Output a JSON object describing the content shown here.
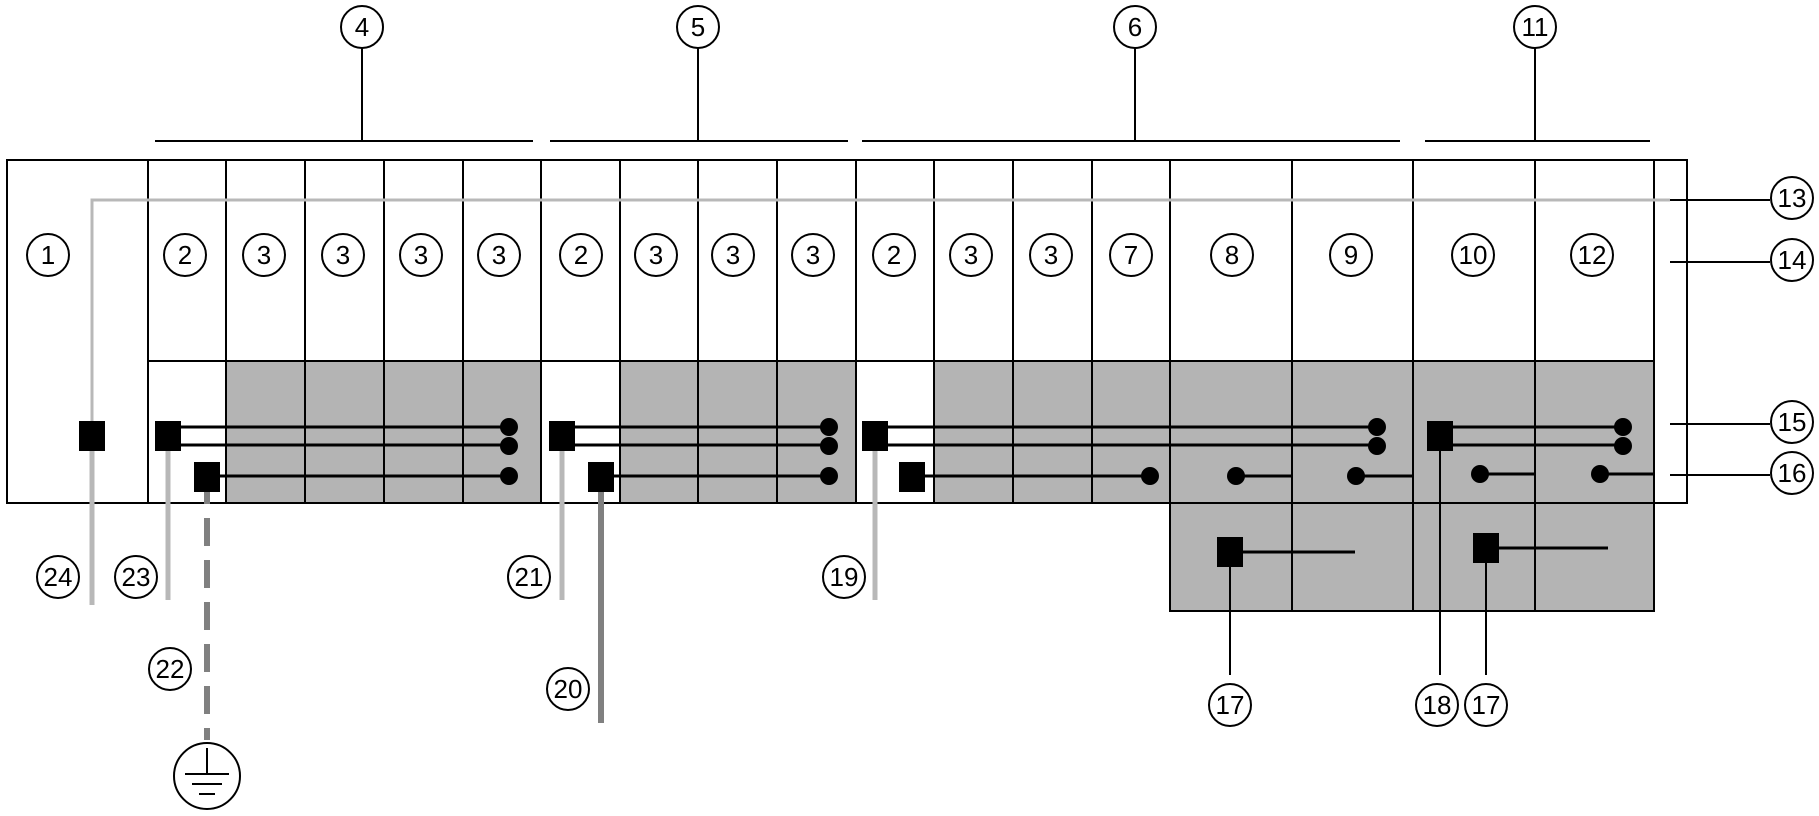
{
  "colors": {
    "shade": "#b4b4b4",
    "light_wire": "#b8b8b8",
    "dark_wire": "#808080",
    "line": "#000000"
  },
  "icons": {
    "ground": "ground-icon"
  },
  "callouts": {
    "c1": "1",
    "c2a": "2",
    "c2b": "2",
    "c2c": "2",
    "c3a": "3",
    "c3b": "3",
    "c3c": "3",
    "c3d": "3",
    "c3e": "3",
    "c3f": "3",
    "c3g": "3",
    "c3h": "3",
    "c3i": "3",
    "c4": "4",
    "c5": "5",
    "c6": "6",
    "c7": "7",
    "c8": "8",
    "c9": "9",
    "c10": "10",
    "c11": "11",
    "c12": "12",
    "c13": "13",
    "c14": "14",
    "c15": "15",
    "c16": "16",
    "c17a": "17",
    "c17b": "17",
    "c18": "18",
    "c19": "19",
    "c20": "20",
    "c21": "21",
    "c22": "22",
    "c23": "23",
    "c24": "24"
  }
}
